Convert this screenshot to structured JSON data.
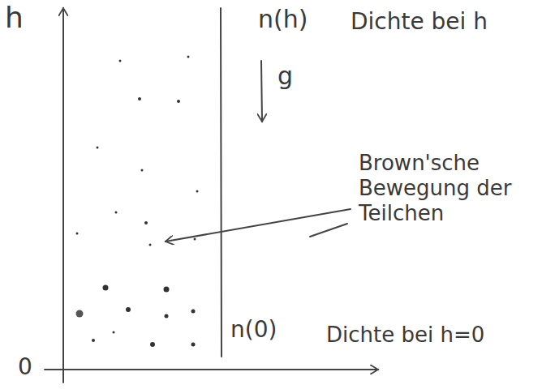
{
  "diagram": {
    "labels": [
      "h",
      "n(h)",
      "Dichte bei h",
      "g",
      "Brown'sche Bewegung der Teilchen",
      "n(0)",
      "Dichte bei h=0",
      "0"
    ]
  }
}
